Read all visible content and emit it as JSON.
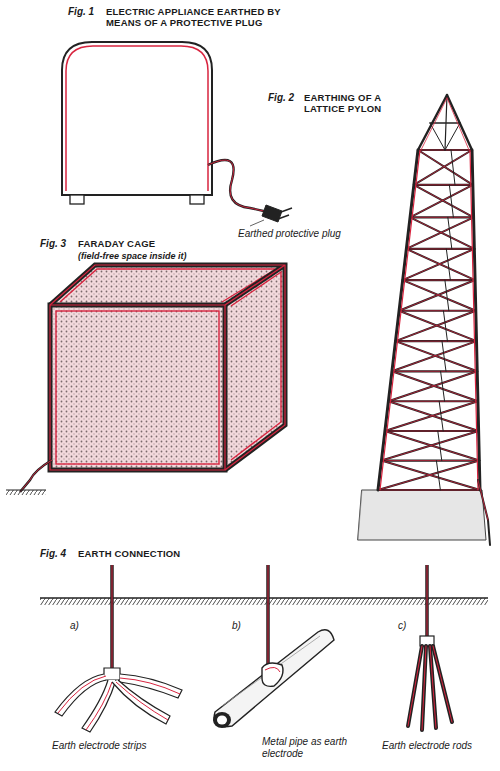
{
  "diagram": {
    "labels": [
      "Fig. 1",
      "ELECTRIC APPLIANCE EARTHED BY MEANS OF A PROTECTIVE PLUG",
      "Earthed protective plug",
      "Fig. 2",
      "EARTHING OF A LATTICE PYLON",
      "Fig. 3",
      "FARADAY CAGE",
      "(field-free space inside it)",
      "Fig. 4",
      "EARTH CONNECTION",
      "a)",
      "b)",
      "c)",
      "Earth electrode strips",
      "Metal pipe as earth electrode",
      "Earth electrode rods"
    ]
  }
}
